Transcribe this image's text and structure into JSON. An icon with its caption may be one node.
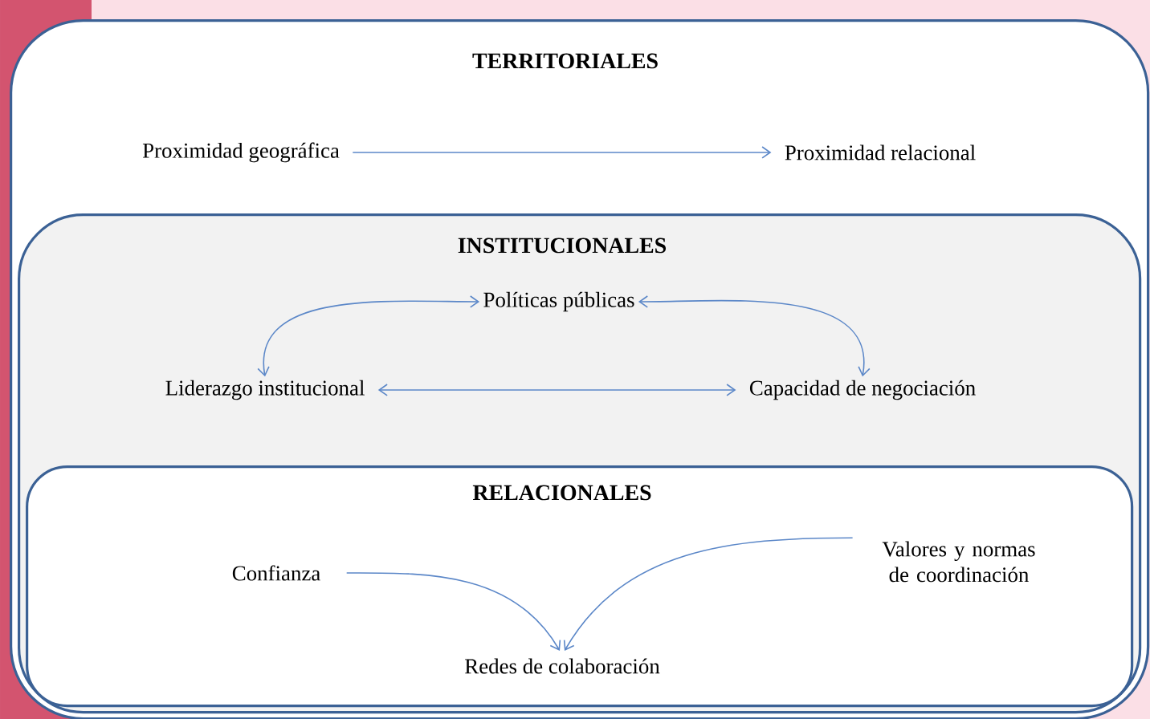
{
  "diagram": {
    "nodes": [
      {
        "text": [
          "TERRITORIALES"
        ]
      },
      {
        "text": [
          "Proximidad geográfica"
        ],
        "in": 0
      },
      {
        "text": [
          "Proximidad relacional"
        ],
        "in": 0
      },
      {
        "text": [
          "INSTITUCIONALES"
        ],
        "in": 0
      },
      {
        "text": [
          "Políticas públicas"
        ],
        "in": 3
      },
      {
        "text": [
          "Liderazgo institucional"
        ],
        "in": 3
      },
      {
        "text": [
          "Capacidad de negociación"
        ],
        "in": 3
      },
      {
        "text": [
          "RELACIONALES"
        ],
        "in": 3
      },
      {
        "text": [
          "Confianza"
        ],
        "in": 7
      },
      {
        "text": [
          "Valores y normas de coordinación"
        ],
        "in": 7
      },
      {
        "text": [
          "Redes de colaboración"
        ],
        "in": 7
      }
    ],
    "edges": [
      {
        "from": 1,
        "to": 2,
        "arrow": "to"
      },
      {
        "from": 5,
        "to": 4,
        "arrow": "both"
      },
      {
        "from": 6,
        "to": 4,
        "arrow": "both"
      },
      {
        "from": 5,
        "to": 6,
        "arrow": "both"
      },
      {
        "from": 8,
        "to": 10,
        "arrow": "to"
      },
      {
        "from": 9,
        "to": 10,
        "arrow": "to"
      }
    ]
  }
}
